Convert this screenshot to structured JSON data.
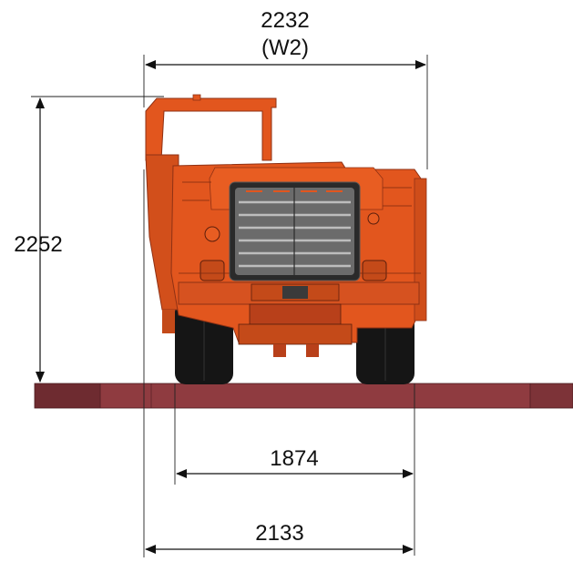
{
  "dimensions": {
    "overall_width": {
      "value": "2232",
      "label": "(W2)"
    },
    "overall_height": {
      "value": "2252"
    },
    "wheel_track": {
      "value": "1874"
    },
    "machine_width": {
      "value": "2133"
    }
  },
  "colors": {
    "body": "#e2561e",
    "body_dark": "#b8401a",
    "body_shadow": "#8f3114",
    "tyre": "#151515",
    "ground": "#8f3b40",
    "ground_dark": "#6e2b30",
    "grille": "#7f7f7f",
    "dimension_line": "#111111"
  },
  "icons": [
    "front-view-machine-drawing",
    "arrowhead"
  ]
}
